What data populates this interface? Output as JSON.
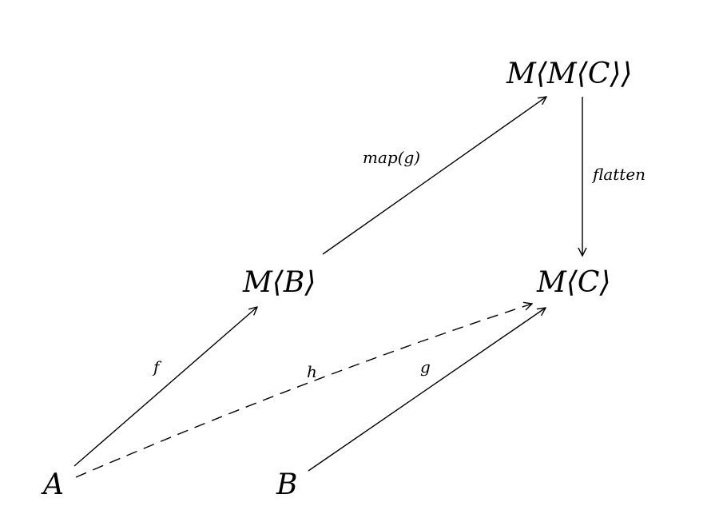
{
  "nodes": {
    "A": "A",
    "B": "B",
    "MB": "M⟨B⟩",
    "MC": "M⟨C⟩",
    "MMC": "M⟨M⟨C⟩⟩"
  },
  "edges": {
    "f": "f",
    "g": "g",
    "h": "h",
    "map_g": "map(g)",
    "flatten": "flatten"
  }
}
